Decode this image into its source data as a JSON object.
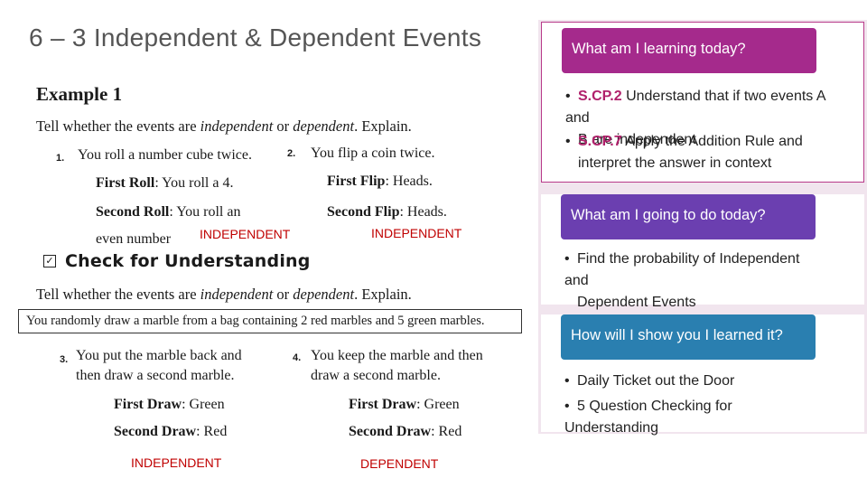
{
  "title": "6 – 3 Independent & Dependent Events",
  "example": {
    "heading": "Example 1",
    "instruction_pre": "Tell whether the events are ",
    "instruction_independent": "independent",
    "instruction_or": " or ",
    "instruction_dependent": "dependent",
    "instruction_post": ". Explain.",
    "problems": [
      {
        "number": "1.",
        "prompt": "You roll a number cube twice.",
        "first_label": "First Roll",
        "first_value": ": You roll a 4.",
        "second_label": "Second Roll",
        "second_value": ": You roll an",
        "second_value_cont": "even number",
        "answer": "INDEPENDENT"
      },
      {
        "number": "2.",
        "prompt": "You flip a coin twice.",
        "first_label": "First Flip",
        "first_value": ": Heads.",
        "second_label": "Second Flip",
        "second_value": ": Heads.",
        "answer": "INDEPENDENT"
      }
    ]
  },
  "check": {
    "heading": "Check for Understanding",
    "checkbox_glyph": "✓",
    "instruction_pre": "Tell whether the events are ",
    "instruction_independent": "independent",
    "instruction_or": " or ",
    "instruction_dependent": "dependent",
    "instruction_post": ". Explain.",
    "scenario": "You randomly draw a marble from a bag containing 2 red marbles and 5 green marbles.",
    "problems": [
      {
        "number": "3.",
        "prompt_line1": "You put the marble back and",
        "prompt_line2": "then draw a second marble.",
        "first_label": "First Draw",
        "first_value": ": Green",
        "second_label": "Second Draw",
        "second_value": ": Red",
        "answer": "INDEPENDENT"
      },
      {
        "number": "4.",
        "prompt_line1": "You keep the marble and then",
        "prompt_line2": "draw a second marble.",
        "first_label": "First Draw",
        "first_value": ": Green",
        "second_label": "Second Draw",
        "second_value": ": Red",
        "answer": "DEPENDENT"
      }
    ]
  },
  "panel": {
    "learning": {
      "header": "What am I learning today?",
      "color": "#a52a8c",
      "items": [
        {
          "code": "S.CP.2",
          "line1": " Understand that if two events A and",
          "line2": "B are independent"
        },
        {
          "code": "S.CP.7",
          "line1": " Apply the Addition Rule and",
          "line2": "interpret the answer in context"
        }
      ]
    },
    "doing": {
      "header": "What am I going to do today?",
      "color": "#6b3fb0",
      "items": [
        {
          "line1": "Find the probability of Independent and",
          "line2": "Dependent Events"
        }
      ]
    },
    "showing": {
      "header": "How will I show you I learned it?",
      "color": "#2a7fb0",
      "items": [
        {
          "line1": "Daily Ticket out the Door"
        },
        {
          "line1": "5 Question Checking for Understanding"
        }
      ]
    },
    "bullet": "•"
  }
}
